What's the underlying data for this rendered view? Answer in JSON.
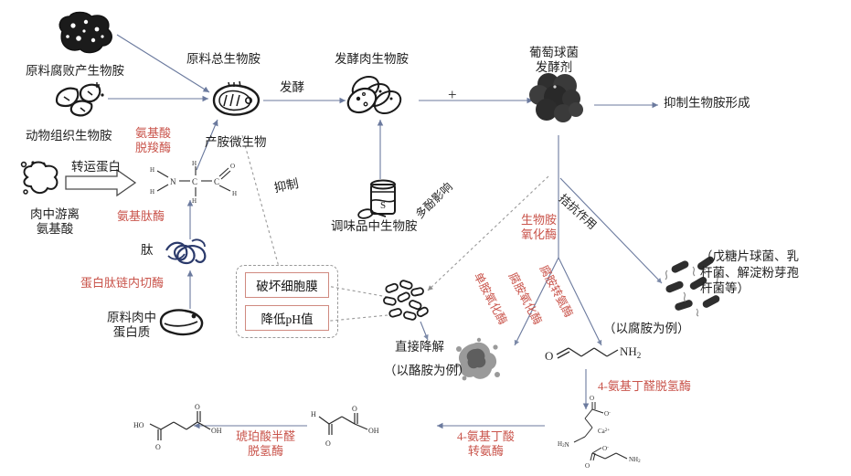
{
  "diagram": {
    "title_present": false,
    "arrow_color": "#6b7a9e",
    "enzyme_color": "#c9544b",
    "text_color": "#1f1f1f",
    "box_border_color": "#d08a80"
  },
  "labels": {
    "spoilage_amines": "原料腐败产生物胺",
    "animal_tissue_amines": "动物组织生物胺",
    "raw_total_amines": "原料总生物胺",
    "amine_producing_microbes": "产胺微生物",
    "fermentation": "发酵",
    "fermented_meat_amines": "发酵肉生物胺",
    "plus": "+",
    "staph_starter": "葡萄球菌\n发酵剂",
    "inhibit_formation": "抑制生物胺形成",
    "transport_protein": "转运蛋白",
    "free_amino_acids": "肉中游离\n氨基酸",
    "peptide": "肽",
    "raw_meat_protein": "原料肉中\n蛋白质",
    "seasoning_amines": "调味品中生物胺",
    "inhibition": "抑制",
    "polyphenol_effect": "多酚影响",
    "antagonism": "拮抗作用",
    "destroy_membrane": "破坏细胞膜",
    "lower_ph": "降低pH值",
    "direct_degradation": "直接降解",
    "tyramine_example": "（以酪胺为例）",
    "putrescine_example": "（以腐胺为例）",
    "lab_species": "（戊糖片球菌、乳\n杆菌、解淀粉芽孢\n杆菌等）"
  },
  "enzymes": {
    "amino_acid_decarboxylase": "氨基酸\n脱羧酶",
    "aminopeptidase": "氨基肽酶",
    "protein_endopeptidase": "蛋白肽链内切酶",
    "amine_oxidase": "生物胺\n氧化酶",
    "monoamine_oxidase": "单胺氧化酶",
    "putrescine_oxidase": "腐胺氧化酶",
    "putrescine_transaminase": "腐胺转氨酶",
    "aminobutyraldehyde_dehydrogenase": "4-氨基丁醛脱氢酶",
    "aminobutyrate_transaminase": "4-氨基丁酸\n转氨酶",
    "succinate_semialdehyde_dehydrogenase": "琥珀酸半醛\n脱氢酶"
  },
  "chemicals": {
    "amino_acid_atoms": [
      "H",
      "H",
      "N",
      "H",
      "C",
      "H",
      "C",
      "O",
      "H"
    ],
    "putrescine_aldehyde": {
      "left": "O",
      "right": "NH",
      "sub": "2"
    },
    "calcium_complex": {
      "metal": "Ca",
      "charge": "2+",
      "amine1": "H2N",
      "amine2": "NH2",
      "o1": "O",
      "o2": "O-",
      "o3": "O",
      "o4": "O-"
    },
    "succinic_semialdehyde": {
      "h": "H",
      "o_top": "O",
      "o_bottom": "O",
      "oh": "OH"
    },
    "succinic_acid": {
      "ho": "HO",
      "o_top": "O",
      "o_bottom": "O",
      "oh": "OH"
    }
  }
}
